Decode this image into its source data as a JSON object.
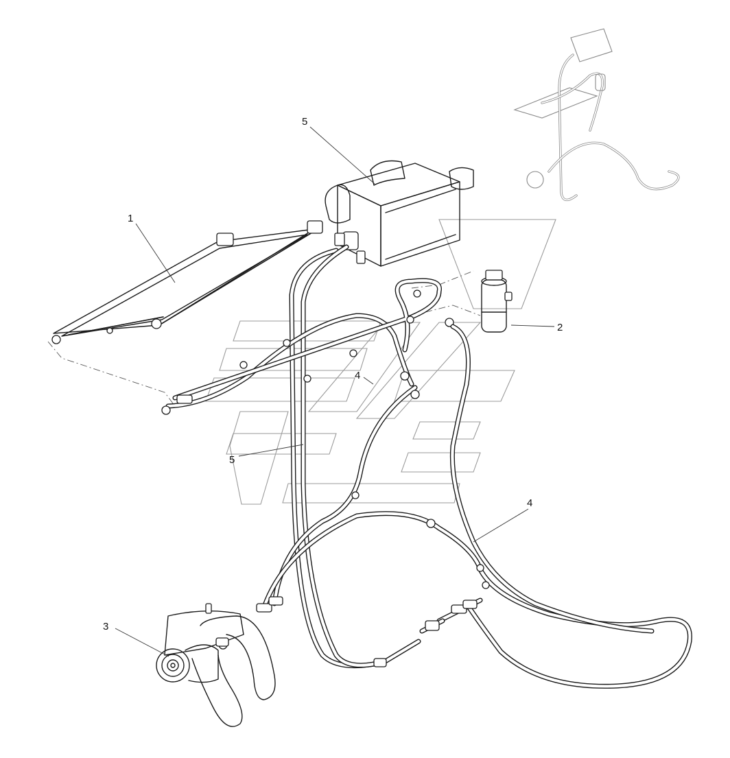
{
  "callouts": [
    {
      "id": "1",
      "label": "1"
    },
    {
      "id": "2",
      "label": "2"
    },
    {
      "id": "3",
      "label": "3"
    },
    {
      "id": "4a",
      "label": "4"
    },
    {
      "id": "4b",
      "label": "4"
    },
    {
      "id": "5a",
      "label": "5"
    },
    {
      "id": "5b",
      "label": "5"
    }
  ],
  "colors": {
    "line": "#1a1a1a",
    "watermark": "#9a9a9a",
    "background": "#ffffff"
  }
}
